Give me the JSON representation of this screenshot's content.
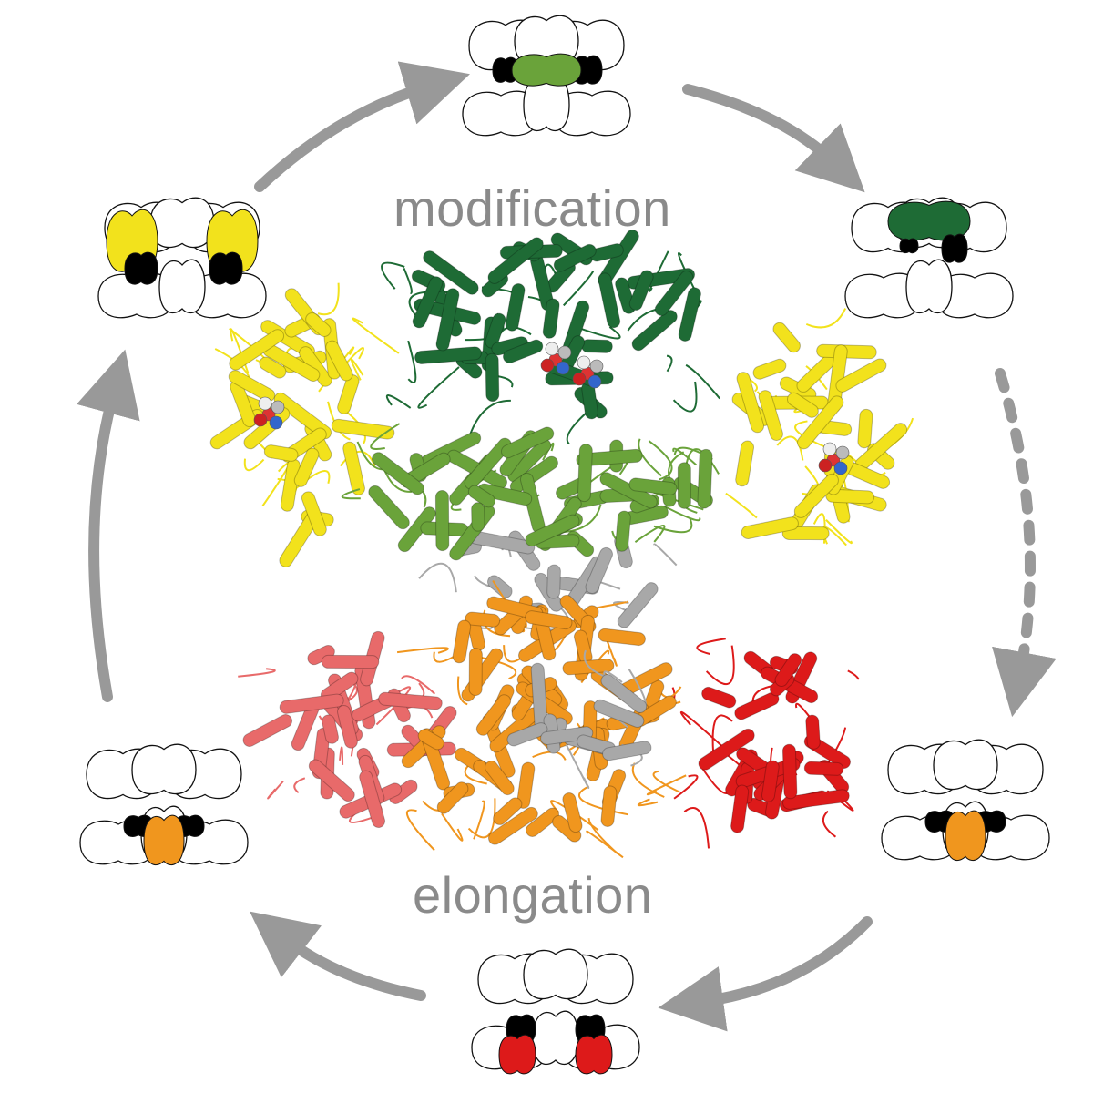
{
  "labels": {
    "top": "modification",
    "bottom": "elongation"
  },
  "colors": {
    "arrow": "#999999",
    "dark_green": "#1e6b35",
    "light_green": "#6aa33a",
    "yellow": "#f2e21c",
    "orange": "#f0961e",
    "red": "#dd1a1a",
    "pink_red": "#e86a6a",
    "gray": "#a8a8a8",
    "black": "#000000"
  },
  "cycle_states": [
    {
      "name": "state-modification-green",
      "highlight": "light_green"
    },
    {
      "name": "state-modification-dark-green",
      "highlight": "dark_green"
    },
    {
      "name": "state-orange-right",
      "highlight": "orange"
    },
    {
      "name": "state-red",
      "highlight": "red"
    },
    {
      "name": "state-orange-left",
      "highlight": "orange"
    },
    {
      "name": "state-yellow",
      "highlight": "yellow"
    }
  ]
}
